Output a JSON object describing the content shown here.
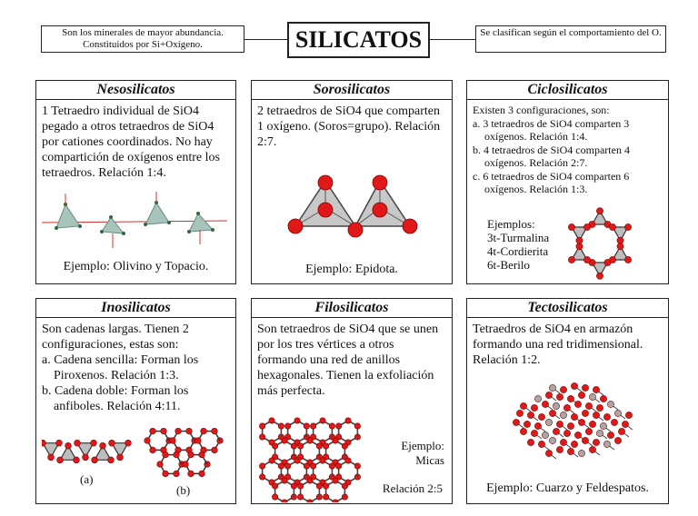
{
  "header": {
    "title": "SILICATOS",
    "left_note": "Son los minerales de mayor abundancia. Constituidos por Si+Oxígeno.",
    "right_note": "Se clasifican según el comportamiento del O."
  },
  "panels": {
    "neso": {
      "title": "Nesosilicatos",
      "text": "1 Tetraedro individual de SiO4 pegado a otros tetraedros de SiO4 por cationes coordinados. No hay compartición de oxígenos entre los tetraedros. Relación 1:4.",
      "example": "Ejemplo: Olivino y Topacio."
    },
    "soro": {
      "title": "Sorosilicatos",
      "text": "2 tetraedros de SiO4 que comparten 1 oxígeno. (Soros=grupo). Relación 2:7.",
      "example": "Ejemplo: Epidota."
    },
    "ciclo": {
      "title": "Ciclosilicatos",
      "intro": "Existen 3 configuraciones, son:",
      "items": [
        "a. 3 tetraedros de SiO4 comparten 3 oxígenos. Relación 1:4.",
        "b. 4 tetraedros de SiO4 comparten 4 oxígenos. Relación 2:7.",
        "c. 6 tetraedros de SiO4 comparten 6 oxígenos. Relación 1:3."
      ],
      "examples_label": "Ejemplos:",
      "examples": [
        "3t-Turmalina",
        "4t-Cordierita",
        "6t-Berilo"
      ]
    },
    "ino": {
      "title": "Inosilicatos",
      "intro": "Son cadenas largas. Tienen 2 configuraciones, estas son:",
      "items": [
        "a. Cadena sencilla: Forman los Piroxenos. Relación 1:3.",
        "b. Cadena doble: Forman los anfiboles. Relación 4:11."
      ],
      "label_a": "(a)",
      "label_b": "(b)"
    },
    "filo": {
      "title": "Filosilicatos",
      "text": "Son tetraedros de SiO4 que se unen por los tres vértices a otros formando una red de anillos hexagonales. Tienen la exfoliación más perfecta.",
      "example_label": "Ejemplo:",
      "example": "Micas",
      "ratio": "Relación 2:5"
    },
    "tecto": {
      "title": "Tectosilicatos",
      "text": "Tetraedros de SiO4 en armazón formando una red tridimensional. Relación 1:2.",
      "example": "Ejemplo: Cuarzo y Feldespatos."
    }
  },
  "colors": {
    "oxygen": "#e01818",
    "silicon": "#a8a8a8",
    "tetra_fill": "#9bb8b0"
  }
}
